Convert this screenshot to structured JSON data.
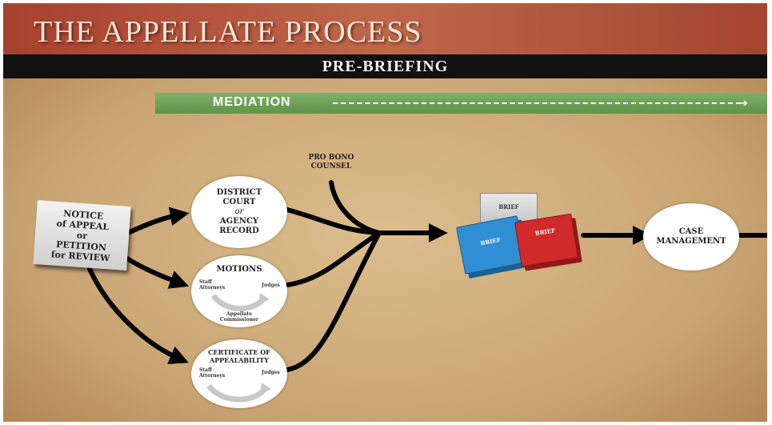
{
  "header": {
    "title": "THE APPELLATE PROCESS"
  },
  "band": {
    "label": "PRE-BRIEFING"
  },
  "mediation": {
    "label": "MEDIATION"
  },
  "notice": {
    "lines": [
      "NOTICE",
      "of APPEAL",
      "or",
      "PETITION",
      "for REVIEW"
    ]
  },
  "district": {
    "lines": [
      "DISTRICT",
      "COURT",
      "or",
      "AGENCY",
      "RECORD"
    ]
  },
  "motions": {
    "title": "MOTIONS",
    "left_label": "Staff Attorneys",
    "right_label": "Judges",
    "bottom_label": "Appellate Commissioner"
  },
  "certificate": {
    "lines": [
      "CERTIFICATE OF",
      "APPEALABILITY"
    ],
    "left_label": "Staff Attorneys",
    "right_label": "Judges"
  },
  "pro_bono": {
    "lines": [
      "PRO BONO",
      "COUNSEL"
    ]
  },
  "briefs": {
    "gray": "BRIEF",
    "blue": "BRIEF",
    "red": "BRIEF"
  },
  "case_management": {
    "lines": [
      "CASE",
      "MANAGEMENT"
    ]
  },
  "colors": {
    "header_top": "#b0442e",
    "parchment": "#c9a473",
    "mediation_green": "#6aa055",
    "brief_blue": "#2f8ed4",
    "brief_red": "#d12a2a"
  }
}
